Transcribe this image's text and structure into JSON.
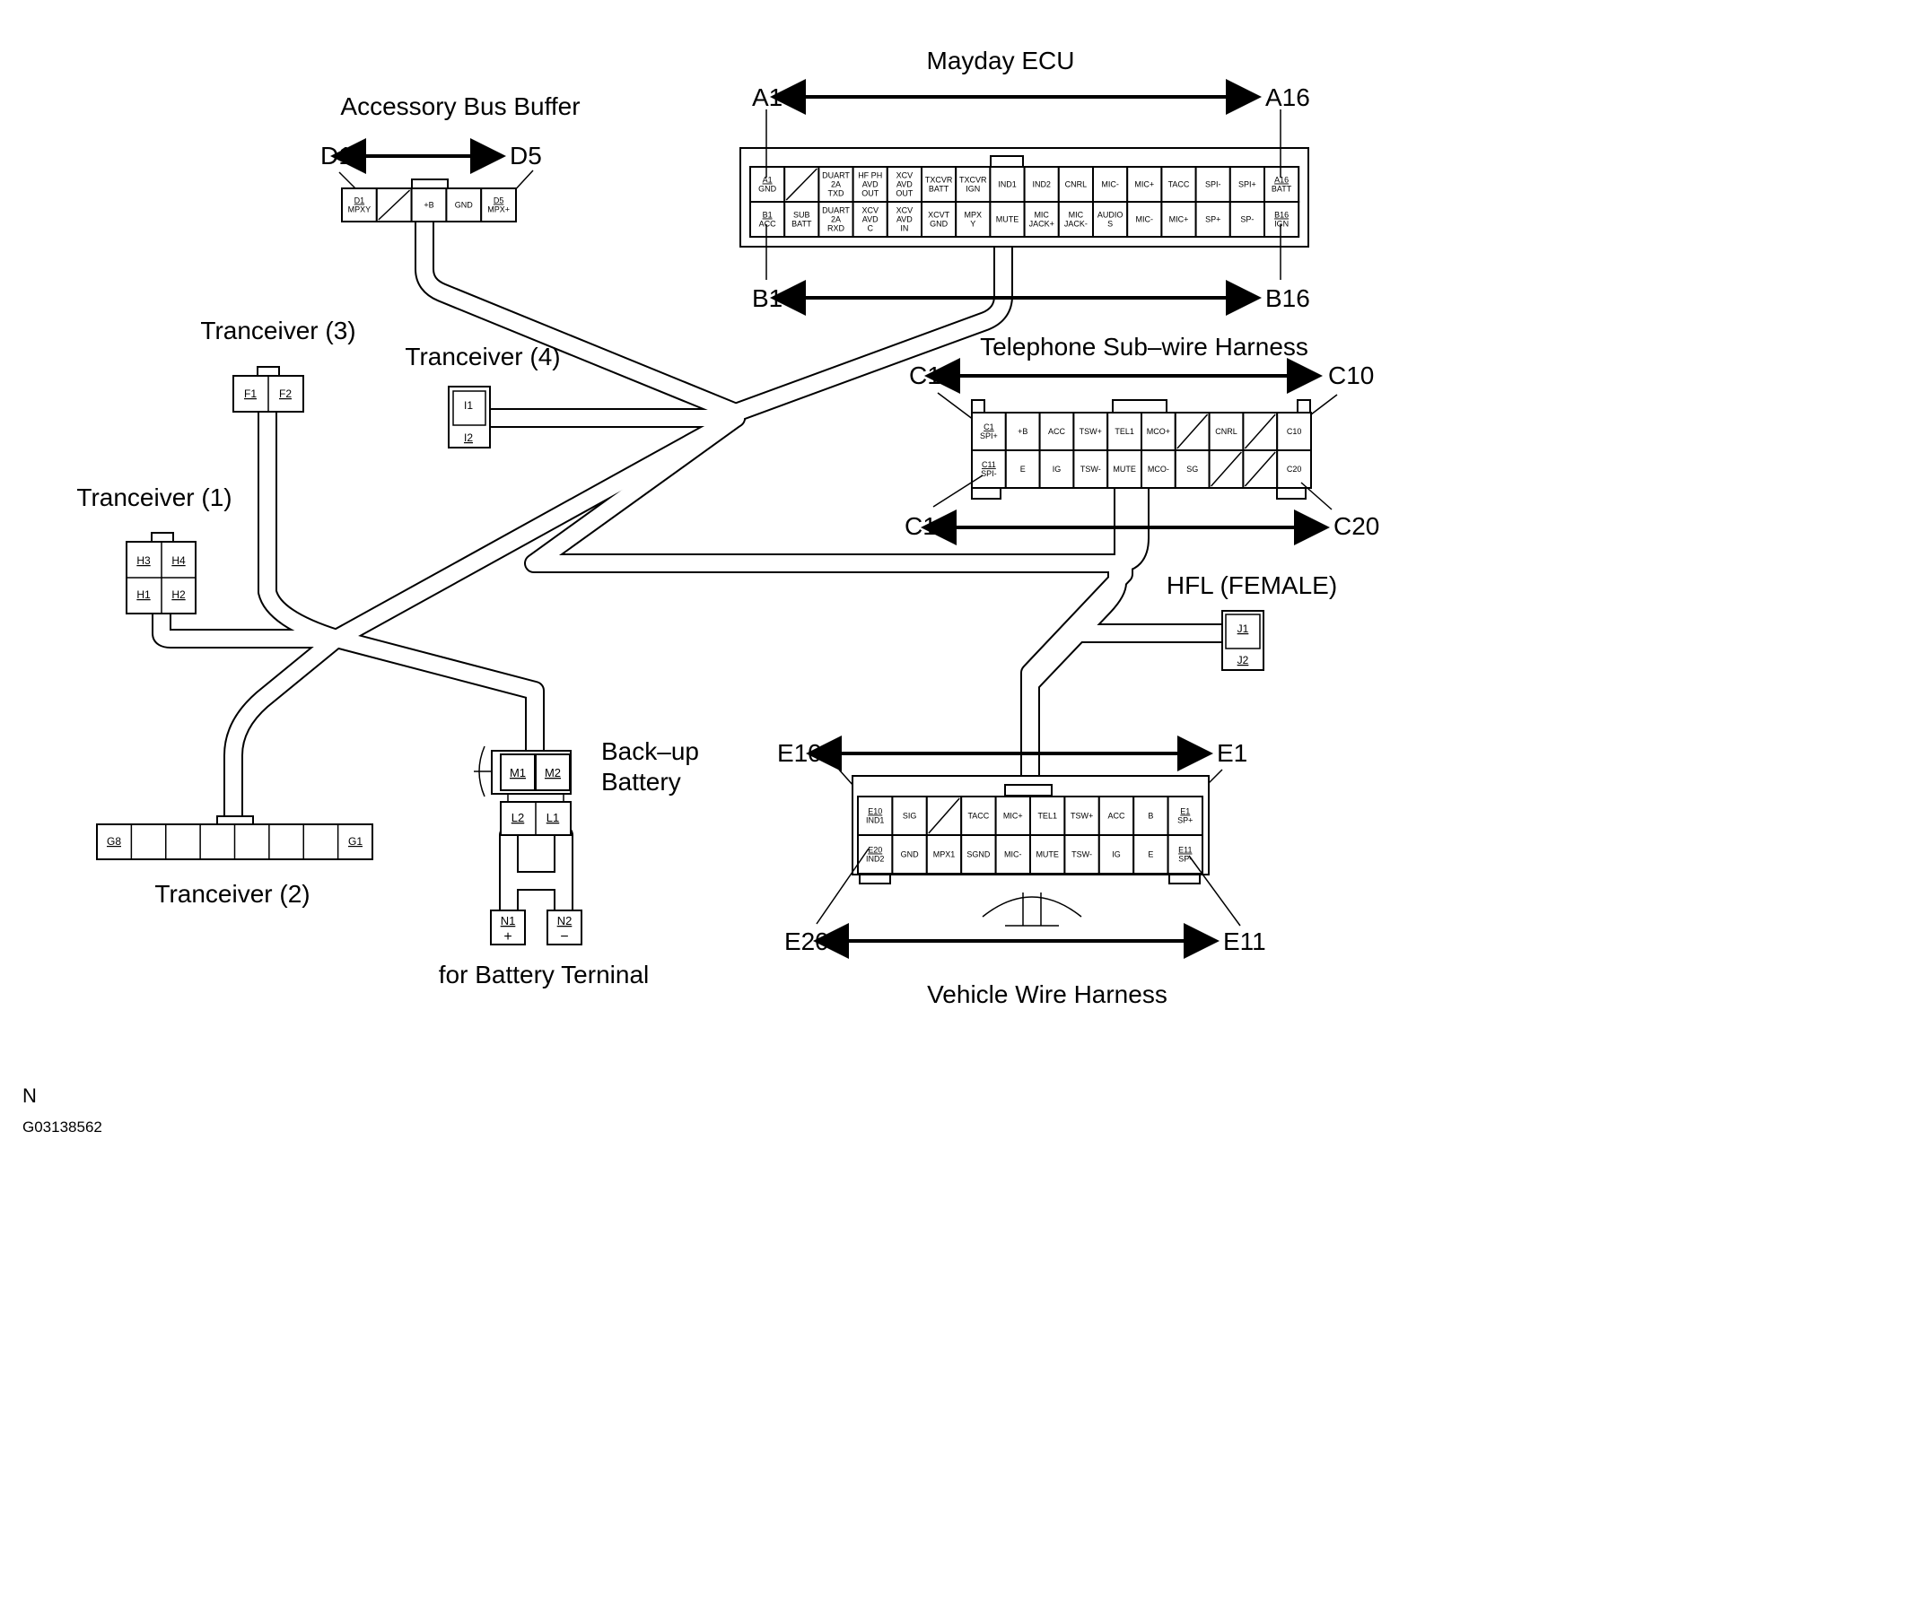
{
  "labels": {
    "mayday": "Mayday ECU",
    "accessory": "Accessory Bus Buffer",
    "tel_harness": "Telephone Sub–wire Harness",
    "tran3": "Tranceiver (3)",
    "tran4": "Tranceiver (4)",
    "tran1": "Tranceiver (1)",
    "tran2": "Tranceiver (2)",
    "hfl": "HFL (FEMALE)",
    "backup_line1": "Back–up",
    "backup_line2": "Battery",
    "battery_terminal": "for Battery Terninal",
    "vehicle_harness": "Vehicle Wire Harness",
    "north": "N",
    "figure_id": "G03138562"
  },
  "range_labels": {
    "A1": "A1",
    "A16": "A16",
    "B1": "B1",
    "B16": "B16",
    "D1": "D1",
    "D5": "D5",
    "C1": "C1",
    "C10": "C10",
    "C11": "C11",
    "C20": "C20",
    "E10": "E10",
    "E1": "E1",
    "E20": "E20",
    "E11": "E11"
  },
  "mayday_rows": {
    "top": [
      "A1|GND",
      "",
      "DUART|2A|TXD",
      "HF PH|AVD|OUT",
      "XCV|AVD|OUT",
      "TXCVR|BATT",
      "TXCVR|IGN",
      "IND1",
      "IND2",
      "CNRL",
      "MIC-",
      "MIC+",
      "TACC",
      "SPI-",
      "SPI+",
      "A16|BATT"
    ],
    "bottom": [
      "B1|ACC",
      "SUB|BATT",
      "DUART|2A|RXD",
      "XCV|AVD|C",
      "XCV|AVD|IN",
      "XCVT|GND",
      "MPX|Y",
      "MUTE",
      "MIC|JACK+",
      "MIC|JACK-",
      "AUDIO|S",
      "MIC-",
      "MIC+",
      "SP+",
      "SP-",
      "B16|IGN"
    ]
  },
  "accessory_pins": [
    "D1|MPXY",
    "",
    "+B",
    "GND",
    "D5|MPX+"
  ],
  "telephone_rows": {
    "top": [
      "C1|SPI+",
      "+B",
      "ACC",
      "TSW+",
      "TEL1",
      "MCO+",
      "",
      "CNRL",
      "",
      "C10"
    ],
    "bottom": [
      "C11|SPI-",
      "E",
      "IG",
      "TSW-",
      "MUTE",
      "MCO-",
      "SG",
      "",
      "",
      "C20"
    ]
  },
  "vehicle_rows": {
    "top": [
      "E10|IND1",
      "SIG",
      "",
      "TACC",
      "MIC+",
      "TEL1",
      "TSW+",
      "ACC",
      "B",
      "E1|SP+"
    ],
    "bottom": [
      "E20|IND2",
      "GND",
      "MPX1",
      "SGND",
      "MIC-",
      "MUTE",
      "TSW-",
      "IG",
      "E",
      "E11|SP-"
    ]
  },
  "connectors": {
    "tran3": [
      "F1",
      "F2"
    ],
    "tran4": [
      "I1",
      "I2"
    ],
    "tran1": [
      "H3",
      "H4",
      "H1",
      "H2"
    ],
    "tran2": [
      "G8",
      "G1"
    ],
    "backup": [
      "M1",
      "M2",
      "L2",
      "L1"
    ],
    "battery": [
      "N1",
      "+",
      "N2",
      "−"
    ],
    "hfl": [
      "J1",
      "J2"
    ]
  }
}
